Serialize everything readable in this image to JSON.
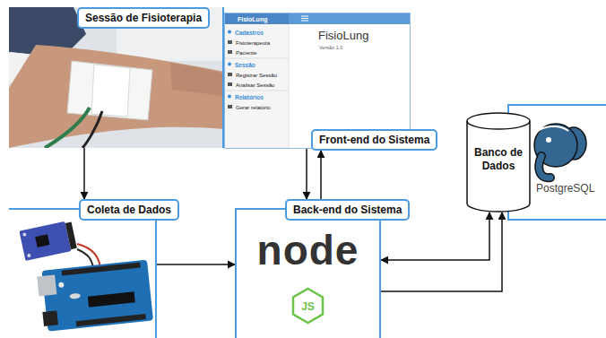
{
  "diagram": {
    "nodes": [
      {
        "text": [
          "Sessão de Fisioterapia"
        ]
      },
      {
        "text": [
          "Front-end do Sistema"
        ]
      },
      {
        "text": [
          "Banco de Dados"
        ]
      },
      {
        "text": [
          "Coleta de Dados"
        ]
      },
      {
        "text": [
          "Back-end do Sistema"
        ]
      }
    ],
    "edges": [
      {
        "from": 0,
        "to": 3,
        "arrow": "to"
      },
      {
        "from": 1,
        "to": 4,
        "arrow": "to"
      },
      {
        "from": 4,
        "to": 1,
        "arrow": "to"
      },
      {
        "from": 4,
        "to": 2,
        "arrow": "both"
      },
      {
        "from": 4,
        "to": 2,
        "arrow": "to"
      },
      {
        "from": 3,
        "to": 4,
        "arrow": "to"
      }
    ],
    "labels": [
      "FisioLung",
      "Cadastros",
      "Fisioterapeuta",
      "Paciente",
      "Sessão",
      "Registrar Sessão",
      "Analisar Sessão",
      "Relatórios",
      "Gerar relatório",
      "FisioLung",
      "Versão 1.0",
      "PostgreSQL",
      "node",
      "JS"
    ]
  }
}
